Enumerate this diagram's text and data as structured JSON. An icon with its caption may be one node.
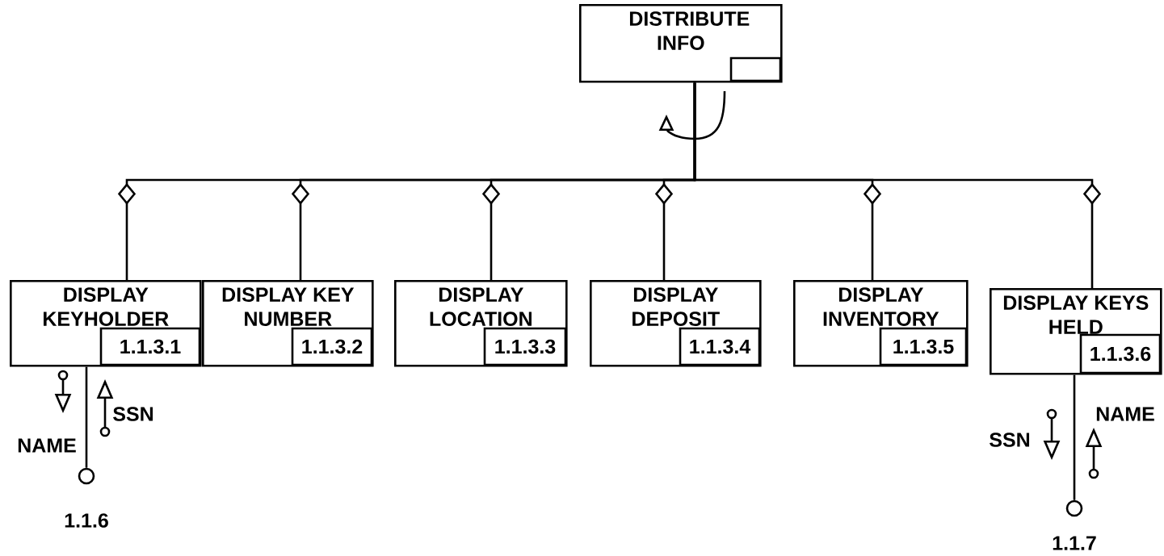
{
  "diagram": {
    "nodes": [
      {
        "text": [
          "DISTRIBUTE INFO"
        ]
      },
      {
        "text": [
          "DISPLAY KEYHOLDER",
          "1.1.3.1"
        ]
      },
      {
        "text": [
          "DISPLAY KEY NUMBER",
          "1.1.3.2"
        ]
      },
      {
        "text": [
          "DISPLAY LOCATION",
          "1.1.3.3"
        ]
      },
      {
        "text": [
          "DISPLAY DEPOSIT",
          "1.1.3.4"
        ]
      },
      {
        "text": [
          "DISPLAY INVENTORY",
          "1.1.3.5"
        ]
      },
      {
        "text": [
          "DISPLAY KEYS HELD",
          "1.1.3.6"
        ]
      },
      {
        "text": [],
        "shape": "circle",
        "beside": [
          "1.1.6"
        ]
      },
      {
        "text": [],
        "shape": "circle",
        "beside": [
          "1.1.7"
        ]
      }
    ],
    "edges": [
      {
        "from": 0,
        "to": 1,
        "arrow": "none"
      },
      {
        "from": 0,
        "to": 2,
        "arrow": "none"
      },
      {
        "from": 0,
        "to": 3,
        "arrow": "none"
      },
      {
        "from": 0,
        "to": 4,
        "arrow": "none"
      },
      {
        "from": 0,
        "to": 5,
        "arrow": "none"
      },
      {
        "from": 0,
        "to": 6,
        "arrow": "none"
      },
      {
        "from": 1,
        "to": 7,
        "arrow": "none"
      },
      {
        "from": 6,
        "to": 8,
        "arrow": "none"
      }
    ],
    "labels": [
      "NAME",
      "SSN",
      "SSN",
      "NAME"
    ]
  }
}
